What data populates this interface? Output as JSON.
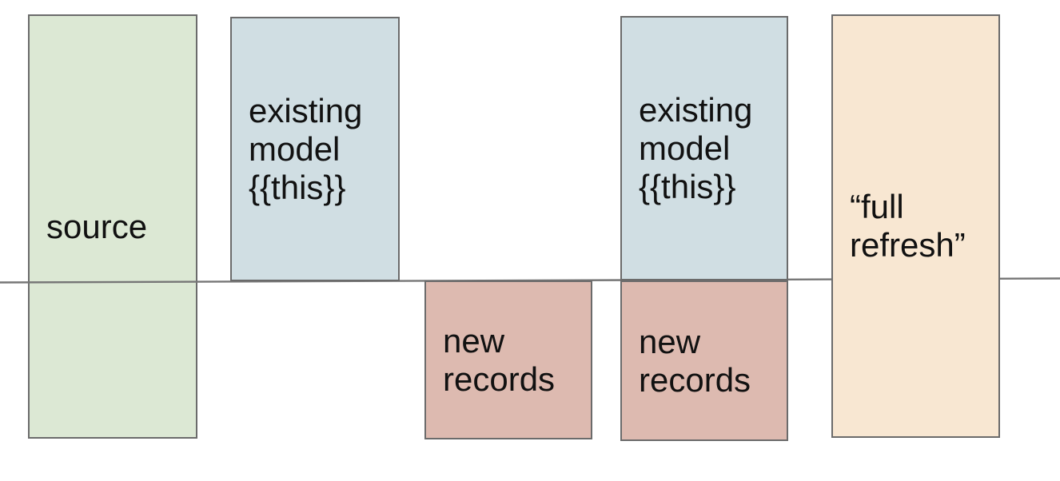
{
  "diagram": {
    "background": "#ffffff",
    "colors": {
      "box_border": "#6b6b6b",
      "timeline": "#767676",
      "text": "#111111",
      "source_fill": "#dce8d4",
      "existing_model_fill": "#d0dee3",
      "new_records_fill": "#ddbab0",
      "full_refresh_fill": "#f8e7d2"
    },
    "timeline": {
      "description": "horizontal line crossing full width"
    },
    "boxes": [
      {
        "id": "source-box",
        "label": "source",
        "fill": "#dce8d4"
      },
      {
        "id": "existing-model-box-1",
        "label": "existing\nmodel\n{{this}}",
        "fill": "#d0dee3"
      },
      {
        "id": "new-records-box-1",
        "label": "new\nrecords",
        "fill": "#ddbab0"
      },
      {
        "id": "existing-model-box-2",
        "label": "existing\nmodel\n{{this}}",
        "fill": "#d0dee3"
      },
      {
        "id": "new-records-box-2",
        "label": "new\nrecords",
        "fill": "#ddbab0"
      },
      {
        "id": "full-refresh-box",
        "label": "“full\nrefresh”",
        "fill": "#f8e7d2"
      }
    ]
  }
}
